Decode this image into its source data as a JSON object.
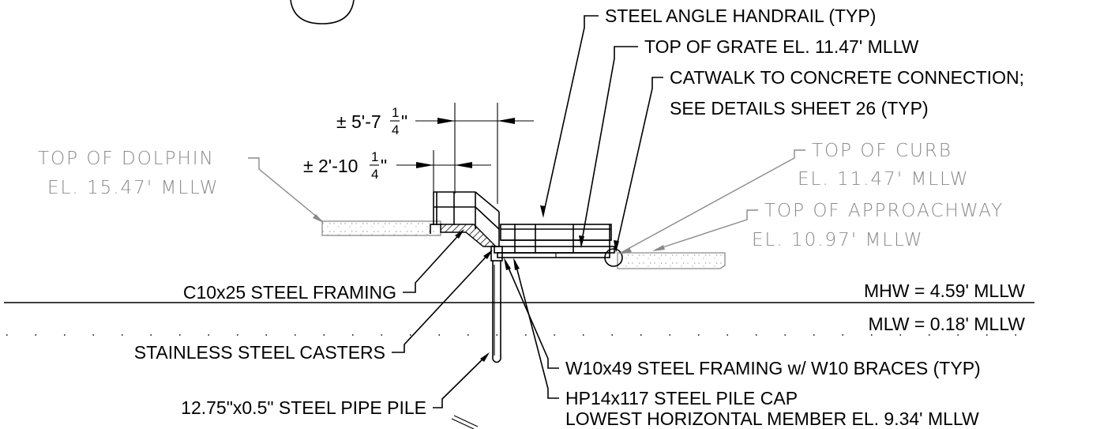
{
  "labels": {
    "handrail": "STEEL ANGLE HANDRAIL (TYP)",
    "grate": "TOP OF GRATE EL. 11.47' MLLW",
    "catwalk_1": "CATWALK TO CONCRETE CONNECTION;",
    "catwalk_2": "SEE DETAILS SHEET 26 (TYP)",
    "dolphin_1": "TOP OF DOLPHIN",
    "dolphin_2": "EL. 15.47' MLLW",
    "curb_1": "TOP OF CURB",
    "curb_2": "EL. 11.47' MLLW",
    "approach_1": "TOP OF APPROACHWAY",
    "approach_2": "EL. 10.97' MLLW",
    "c10": "C10x25 STEEL FRAMING",
    "casters": "STAINLESS STEEL CASTERS",
    "pipe_pile": "12.75\"x0.5\" STEEL PIPE PILE",
    "w10": "W10x49 STEEL FRAMING w/ W10 BRACES (TYP)",
    "hp14_1": "HP14x117 STEEL PILE CAP",
    "hp14_2": "LOWEST HORIZONTAL MEMBER EL. 9.34' MLLW",
    "mhw": "MHW =  4.59' MLLW",
    "mlw": "MLW =  0.18' MLLW"
  },
  "dimensions": {
    "dim1_main": "± 5'-7",
    "dim1_num": "1",
    "dim1_den": "4",
    "dim1_tail": "\"",
    "dim2_main": "± 2'-10",
    "dim2_num": "1",
    "dim2_den": "4",
    "dim2_tail": "\""
  },
  "colors": {
    "line": "#000000",
    "gray_text": "#8a8a8a",
    "background": "#ffffff"
  }
}
